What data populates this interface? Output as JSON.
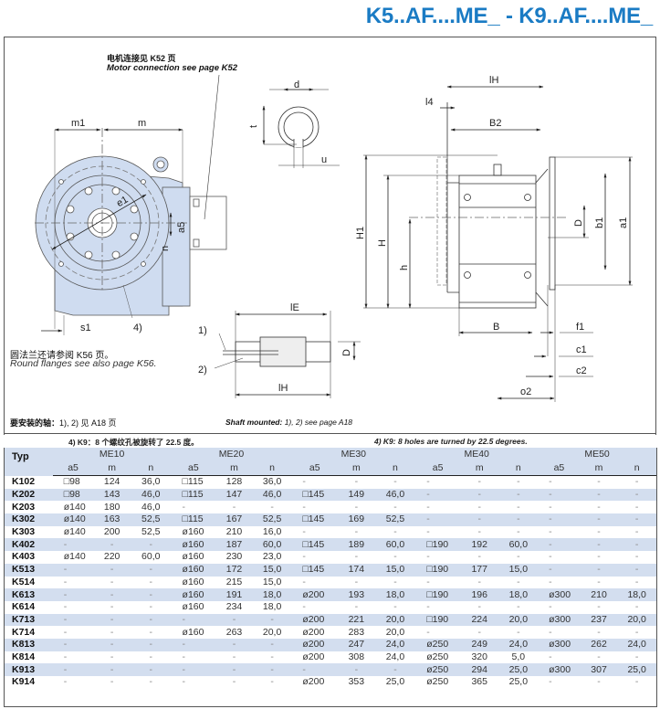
{
  "header": {
    "title": "K5..AF....ME_ - K9..AF....ME_"
  },
  "notes": {
    "motor_connection_cn": "电机连接见 K52 页",
    "motor_connection_en": "Motor connection see page K52",
    "round_flanges_cn": "圆法兰还请参阅 K56 页。",
    "round_flanges_en": "Round flanges see also page K56.",
    "shaft_mounted_cn_label": "要安装的轴：",
    "shaft_mounted_cn_text": "1), 2) 见 A18 页",
    "shaft_mounted_en_label": "Shaft mounted:",
    "shaft_mounted_en_text": " 1), 2) see page A18",
    "footnote4_cn": "4) K9：8 个螺纹孔被旋转了 22.5 度。",
    "footnote4_en": "4) K9: 8 holes are turned by 22.5 degrees."
  },
  "drawing_labels": {
    "front": {
      "m1": "m1",
      "m": "m",
      "e1": "e1",
      "a5": "a5",
      "n": "n",
      "s1": "s1",
      "ref4": "4)"
    },
    "shaft_end": {
      "d": "d",
      "t": "t",
      "u": "u"
    },
    "shaft_section": {
      "ref1": "1)",
      "ref2": "2)",
      "lE": "lE",
      "lH": "lH",
      "D": "D"
    },
    "side": {
      "lH": "lH",
      "l4": "l4",
      "B2": "B2",
      "H1": "H1",
      "H": "H",
      "h": "h",
      "D": "D",
      "b1": "b1",
      "a1": "a1",
      "B": "B",
      "f1": "f1",
      "c1": "c1",
      "c2": "c2",
      "o2": "o2"
    }
  },
  "colors": {
    "title": "#1a7bc4",
    "header_bg": "#d3deef",
    "housing_fill": "#cfdcf0"
  },
  "table": {
    "typ_header": "Typ",
    "groups": [
      "ME10",
      "ME20",
      "ME30",
      "ME40",
      "ME50"
    ],
    "subheaders": [
      "a5",
      "m",
      "n"
    ],
    "rows": [
      {
        "typ": "K102",
        "cells": [
          "□98",
          "124",
          "36,0",
          "□115",
          "128",
          "36,0",
          "-",
          "-",
          "-",
          "-",
          "-",
          "-",
          "-",
          "-",
          "-"
        ]
      },
      {
        "typ": "K202",
        "cells": [
          "□98",
          "143",
          "46,0",
          "□115",
          "147",
          "46,0",
          "□145",
          "149",
          "46,0",
          "-",
          "-",
          "-",
          "-",
          "-",
          "-"
        ]
      },
      {
        "typ": "K203",
        "cells": [
          "ø140",
          "180",
          "46,0",
          "-",
          "-",
          "-",
          "-",
          "-",
          "-",
          "-",
          "-",
          "-",
          "-",
          "-",
          "-"
        ]
      },
      {
        "typ": "K302",
        "cells": [
          "ø140",
          "163",
          "52,5",
          "□115",
          "167",
          "52,5",
          "□145",
          "169",
          "52,5",
          "-",
          "-",
          "-",
          "-",
          "-",
          "-"
        ]
      },
      {
        "typ": "K303",
        "cells": [
          "ø140",
          "200",
          "52,5",
          "ø160",
          "210",
          "16,0",
          "-",
          "-",
          "-",
          "-",
          "-",
          "-",
          "-",
          "-",
          "-"
        ]
      },
      {
        "typ": "K402",
        "cells": [
          "-",
          "-",
          "-",
          "ø160",
          "187",
          "60,0",
          "□145",
          "189",
          "60,0",
          "□190",
          "192",
          "60,0",
          "-",
          "-",
          "-"
        ]
      },
      {
        "typ": "K403",
        "cells": [
          "ø140",
          "220",
          "60,0",
          "ø160",
          "230",
          "23,0",
          "-",
          "-",
          "-",
          "-",
          "-",
          "-",
          "-",
          "-",
          "-"
        ]
      },
      {
        "typ": "K513",
        "cells": [
          "-",
          "-",
          "-",
          "ø160",
          "172",
          "15,0",
          "□145",
          "174",
          "15,0",
          "□190",
          "177",
          "15,0",
          "-",
          "-",
          "-"
        ]
      },
      {
        "typ": "K514",
        "cells": [
          "-",
          "-",
          "-",
          "ø160",
          "215",
          "15,0",
          "-",
          "-",
          "-",
          "-",
          "-",
          "-",
          "-",
          "-",
          "-"
        ]
      },
      {
        "typ": "K613",
        "cells": [
          "-",
          "-",
          "-",
          "ø160",
          "191",
          "18,0",
          "ø200",
          "193",
          "18,0",
          "□190",
          "196",
          "18,0",
          "ø300",
          "210",
          "18,0"
        ]
      },
      {
        "typ": "K614",
        "cells": [
          "-",
          "-",
          "-",
          "ø160",
          "234",
          "18,0",
          "-",
          "-",
          "-",
          "-",
          "-",
          "-",
          "-",
          "-",
          "-"
        ]
      },
      {
        "typ": "K713",
        "cells": [
          "-",
          "-",
          "-",
          "-",
          "-",
          "-",
          "ø200",
          "221",
          "20,0",
          "□190",
          "224",
          "20,0",
          "ø300",
          "237",
          "20,0"
        ]
      },
      {
        "typ": "K714",
        "cells": [
          "-",
          "-",
          "-",
          "ø160",
          "263",
          "20,0",
          "ø200",
          "283",
          "20,0",
          "-",
          "-",
          "-",
          "-",
          "-",
          "-"
        ]
      },
      {
        "typ": "K813",
        "cells": [
          "-",
          "-",
          "-",
          "-",
          "-",
          "-",
          "ø200",
          "247",
          "24,0",
          "ø250",
          "249",
          "24,0",
          "ø300",
          "262",
          "24,0"
        ]
      },
      {
        "typ": "K814",
        "cells": [
          "-",
          "-",
          "-",
          "-",
          "-",
          "-",
          "ø200",
          "308",
          "24,0",
          "ø250",
          "320",
          "5,0",
          "-",
          "-",
          "-"
        ]
      },
      {
        "typ": "K913",
        "cells": [
          "-",
          "-",
          "-",
          "-",
          "-",
          "-",
          "-",
          "-",
          "-",
          "ø250",
          "294",
          "25,0",
          "ø300",
          "307",
          "25,0"
        ]
      },
      {
        "typ": "K914",
        "cells": [
          "-",
          "-",
          "-",
          "-",
          "-",
          "-",
          "ø200",
          "353",
          "25,0",
          "ø250",
          "365",
          "25,0",
          "-",
          "-",
          "-"
        ]
      }
    ]
  }
}
